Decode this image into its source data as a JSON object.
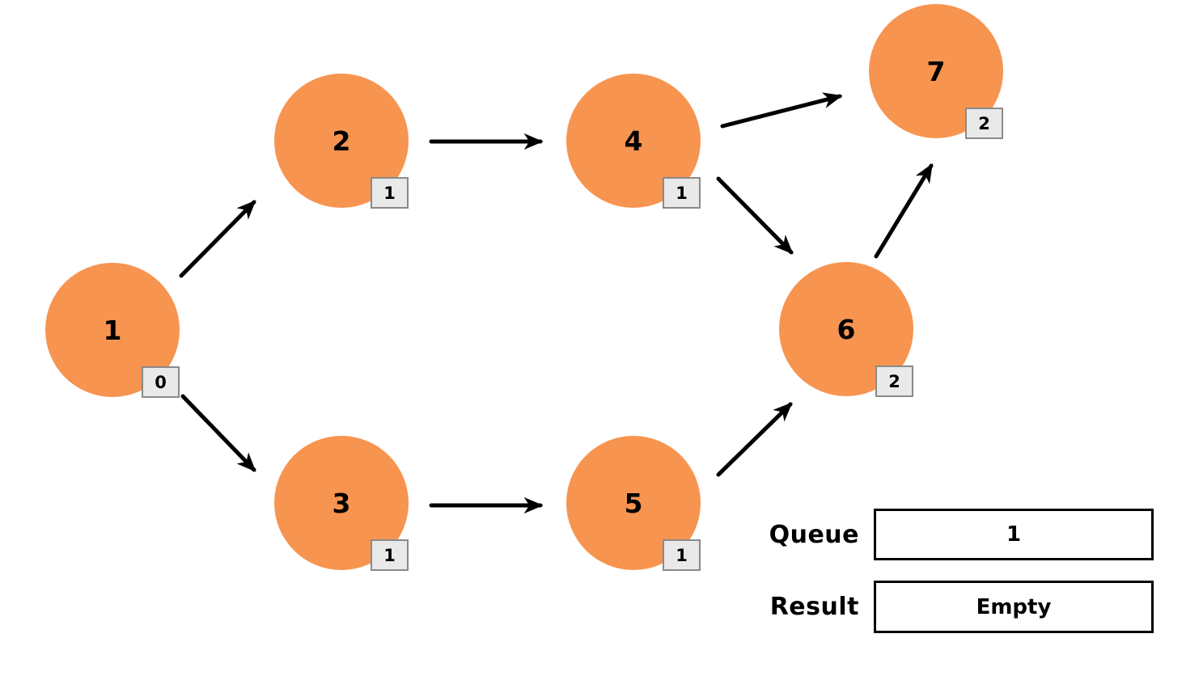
{
  "diagram": {
    "nodes": [
      {
        "id": "1",
        "label": "1",
        "badge": "0"
      },
      {
        "id": "2",
        "label": "2",
        "badge": "1"
      },
      {
        "id": "3",
        "label": "3",
        "badge": "1"
      },
      {
        "id": "4",
        "label": "4",
        "badge": "1"
      },
      {
        "id": "5",
        "label": "5",
        "badge": "1"
      },
      {
        "id": "6",
        "label": "6",
        "badge": "2"
      },
      {
        "id": "7",
        "label": "7",
        "badge": "2"
      }
    ],
    "edges": [
      {
        "from": "1",
        "to": "2"
      },
      {
        "from": "1",
        "to": "3"
      },
      {
        "from": "2",
        "to": "4"
      },
      {
        "from": "3",
        "to": "5"
      },
      {
        "from": "4",
        "to": "7"
      },
      {
        "from": "4",
        "to": "6"
      },
      {
        "from": "5",
        "to": "6"
      },
      {
        "from": "6",
        "to": "7"
      }
    ],
    "colors": {
      "node_fill": "#F79450",
      "node_text": "#000000",
      "badge_fill": "#E9E9E9",
      "badge_border": "#8A8A8A",
      "edge": "#000000",
      "panel_border": "#000000",
      "background": "#FFFFFF"
    }
  },
  "panel": {
    "queue_label": "Queue",
    "queue_value": "1",
    "result_label": "Result",
    "result_value": "Empty"
  }
}
